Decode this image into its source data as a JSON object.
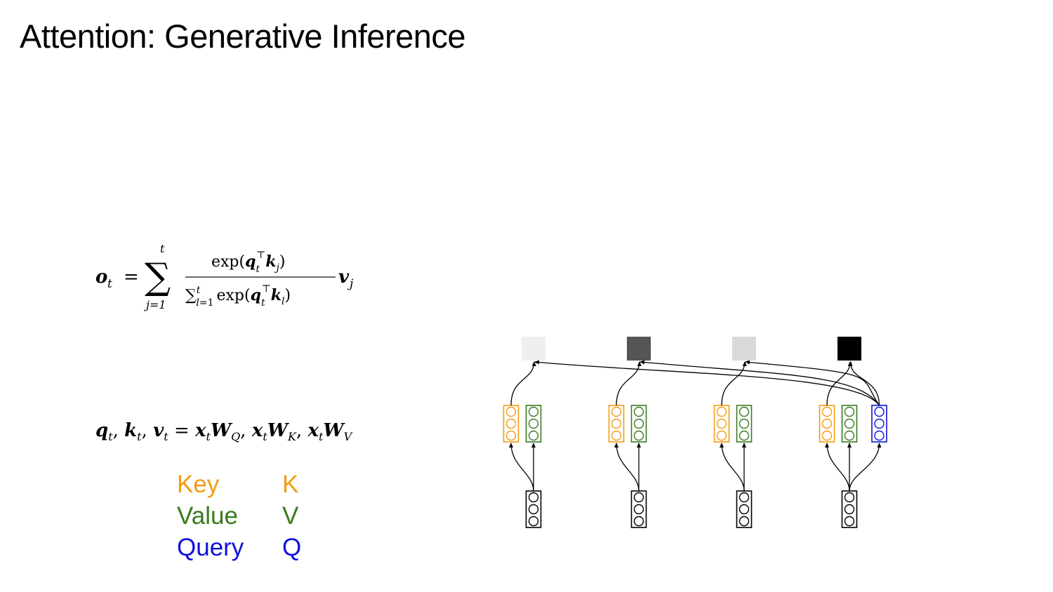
{
  "slide": {
    "title": "Attention: Generative Inference"
  },
  "equations": {
    "output": {
      "lhs": "o",
      "lhs_sub": "t",
      "equals": "=",
      "sum_upper": "t",
      "sum_lower": "j=1",
      "numerator": "exp(q_t^T k_j)",
      "denominator": "Σ_{l=1}^t exp(q_t^T k_l)",
      "trailing": "v",
      "trailing_sub": "j"
    },
    "projections": "q_t, k_t, v_t = x_t W_Q, x_t W_K, x_t W_V"
  },
  "legend": {
    "rows": [
      {
        "label": "Key",
        "symbol": "K",
        "color": "#F39C12"
      },
      {
        "label": "Value",
        "symbol": "V",
        "color": "#3A7A1E"
      },
      {
        "label": "Query",
        "symbol": "Q",
        "color": "#1010E0"
      }
    ]
  },
  "diagram": {
    "key_color": "#F39C12",
    "value_color": "#3A7A1E",
    "query_color": "#1010E0",
    "input_color": "#000000",
    "timesteps": [
      {
        "output_shade": "#efefef",
        "has_query": false
      },
      {
        "output_shade": "#555555",
        "has_query": false
      },
      {
        "output_shade": "#d9d9d9",
        "has_query": false
      },
      {
        "output_shade": "#000000",
        "has_query": true
      }
    ]
  }
}
